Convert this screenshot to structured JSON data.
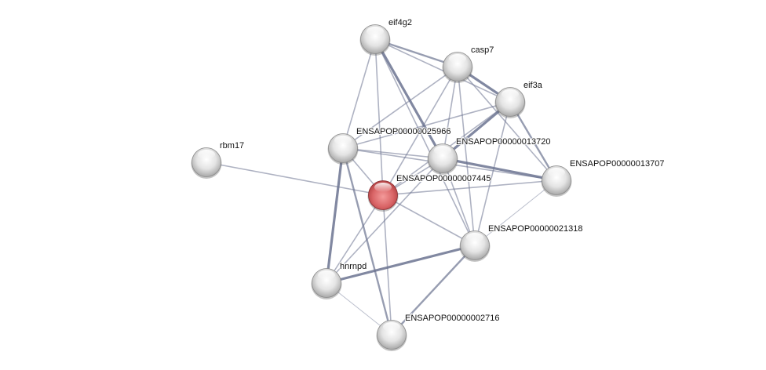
{
  "colors": {
    "query_node": "#d9565b",
    "node": "#e0e0e0",
    "edge": "#6b7390"
  },
  "nodes": [
    {
      "id": "eif4g2",
      "label": "eif4g2",
      "query": false
    },
    {
      "id": "casp7",
      "label": "casp7",
      "query": false
    },
    {
      "id": "eif3a",
      "label": "eif3a",
      "query": false
    },
    {
      "id": "ENSAPOP00000025966",
      "label": "ENSAPOP00000025966",
      "query": false
    },
    {
      "id": "ENSAPOP00000013720",
      "label": "ENSAPOP00000013720",
      "query": false
    },
    {
      "id": "rbm17",
      "label": "rbm17",
      "query": false
    },
    {
      "id": "ENSAPOP00000007445",
      "label": "ENSAPOP00000007445",
      "query": true
    },
    {
      "id": "ENSAPOP00000013707",
      "label": "ENSAPOP00000013707",
      "query": false
    },
    {
      "id": "ENSAPOP00000021318",
      "label": "ENSAPOP00000021318",
      "query": false
    },
    {
      "id": "hnrnpd",
      "label": "hnrnpd",
      "query": false
    },
    {
      "id": "ENSAPOP00000002716",
      "label": "ENSAPOP00000002716",
      "query": false
    }
  ],
  "edges": [
    [
      "eif4g2",
      "casp7",
      2
    ],
    [
      "eif4g2",
      "eif3a",
      1
    ],
    [
      "eif4g2",
      "ENSAPOP00000025966",
      1
    ],
    [
      "eif4g2",
      "ENSAPOP00000007445",
      1
    ],
    [
      "eif4g2",
      "ENSAPOP00000013720",
      3
    ],
    [
      "eif4g2",
      "ENSAPOP00000021318",
      1
    ],
    [
      "casp7",
      "eif3a",
      3
    ],
    [
      "casp7",
      "ENSAPOP00000025966",
      1
    ],
    [
      "casp7",
      "ENSAPOP00000013720",
      1
    ],
    [
      "casp7",
      "ENSAPOP00000007445",
      1
    ],
    [
      "casp7",
      "ENSAPOP00000021318",
      1
    ],
    [
      "casp7",
      "ENSAPOP00000013707",
      1
    ],
    [
      "eif3a",
      "ENSAPOP00000013720",
      3
    ],
    [
      "eif3a",
      "ENSAPOP00000025966",
      1
    ],
    [
      "eif3a",
      "ENSAPOP00000013707",
      2
    ],
    [
      "eif3a",
      "ENSAPOP00000021318",
      1
    ],
    [
      "eif3a",
      "ENSAPOP00000007445",
      1
    ],
    [
      "ENSAPOP00000025966",
      "ENSAPOP00000013720",
      1
    ],
    [
      "ENSAPOP00000025966",
      "ENSAPOP00000013707",
      1
    ],
    [
      "ENSAPOP00000025966",
      "hnrnpd",
      3
    ],
    [
      "ENSAPOP00000025966",
      "ENSAPOP00000002716",
      2
    ],
    [
      "ENSAPOP00000025966",
      "ENSAPOP00000007445",
      1
    ],
    [
      "ENSAPOP00000013720",
      "ENSAPOP00000013707",
      3
    ],
    [
      "ENSAPOP00000013720",
      "ENSAPOP00000007445",
      1
    ],
    [
      "ENSAPOP00000013720",
      "ENSAPOP00000021318",
      1
    ],
    [
      "ENSAPOP00000013720",
      "hnrnpd",
      1
    ],
    [
      "rbm17",
      "ENSAPOP00000007445",
      1
    ],
    [
      "ENSAPOP00000007445",
      "ENSAPOP00000013707",
      1
    ],
    [
      "ENSAPOP00000007445",
      "ENSAPOP00000021318",
      1
    ],
    [
      "ENSAPOP00000007445",
      "hnrnpd",
      1
    ],
    [
      "ENSAPOP00000007445",
      "ENSAPOP00000002716",
      1
    ],
    [
      "ENSAPOP00000013707",
      "ENSAPOP00000021318",
      0
    ],
    [
      "ENSAPOP00000021318",
      "hnrnpd",
      3
    ],
    [
      "ENSAPOP00000021318",
      "ENSAPOP00000002716",
      2
    ],
    [
      "hnrnpd",
      "ENSAPOP00000002716",
      0
    ]
  ]
}
